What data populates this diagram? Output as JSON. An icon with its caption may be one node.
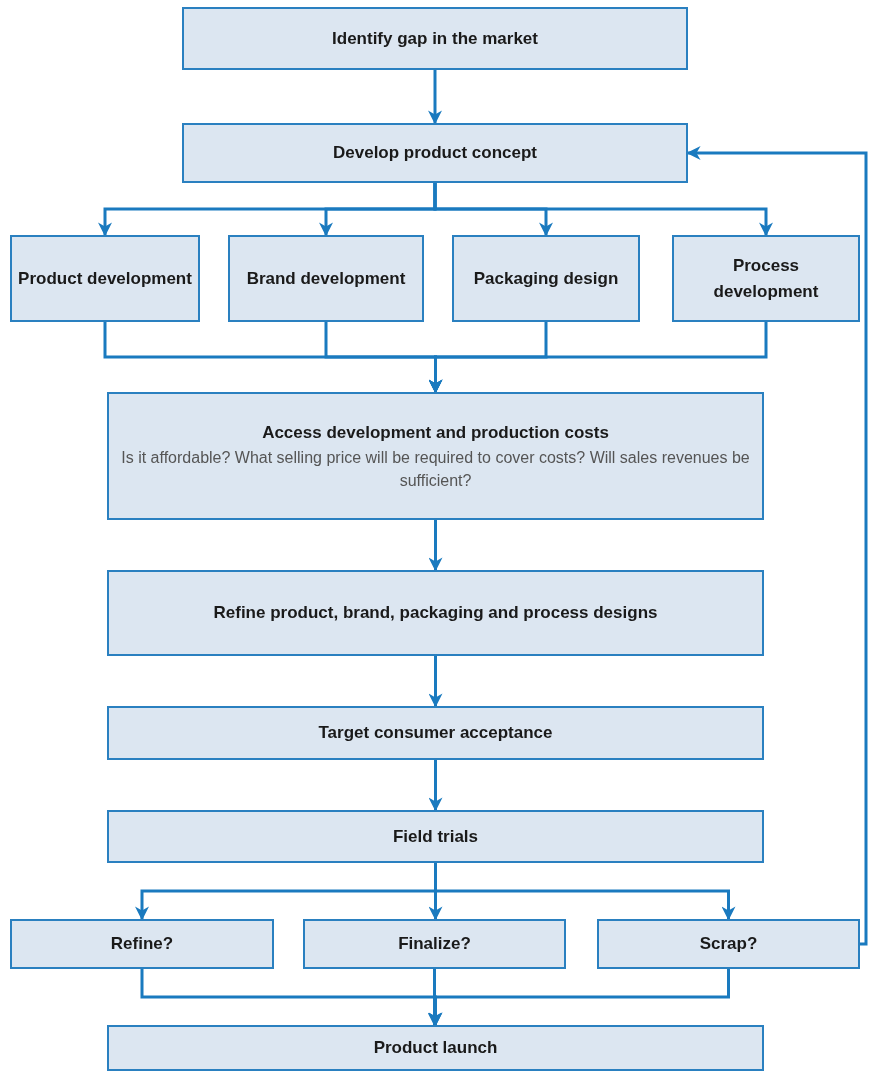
{
  "diagram": {
    "nodes": [
      {
        "text": [
          "Identify gap in the market"
        ]
      },
      {
        "text": [
          "Develop product concept"
        ]
      },
      {
        "text": [
          "Product development"
        ]
      },
      {
        "text": [
          "Brand development"
        ]
      },
      {
        "text": [
          "Packaging design"
        ]
      },
      {
        "text": [
          "Process development"
        ]
      },
      {
        "text": [
          "Access development and production costs",
          "Is it affordable? What selling price will be required to cover costs? Will sales revenues be sufficient?"
        ]
      },
      {
        "text": [
          "Refine product, brand, packaging and process designs"
        ]
      },
      {
        "text": [
          "Target consumer acceptance"
        ]
      },
      {
        "text": [
          "Field trials"
        ]
      },
      {
        "text": [
          "Refine?"
        ]
      },
      {
        "text": [
          "Finalize?"
        ]
      },
      {
        "text": [
          "Scrap?"
        ]
      },
      {
        "text": [
          "Product launch"
        ]
      }
    ],
    "edges": [
      {
        "from": 0,
        "to": 1,
        "arrow": "to"
      },
      {
        "from": 1,
        "to": 2,
        "arrow": "to"
      },
      {
        "from": 1,
        "to": 3,
        "arrow": "to"
      },
      {
        "from": 1,
        "to": 4,
        "arrow": "to"
      },
      {
        "from": 1,
        "to": 5,
        "arrow": "to"
      },
      {
        "from": 2,
        "to": 6,
        "arrow": "to"
      },
      {
        "from": 3,
        "to": 6,
        "arrow": "to"
      },
      {
        "from": 4,
        "to": 6,
        "arrow": "to"
      },
      {
        "from": 5,
        "to": 6,
        "arrow": "to"
      },
      {
        "from": 6,
        "to": 7,
        "arrow": "to"
      },
      {
        "from": 7,
        "to": 8,
        "arrow": "to"
      },
      {
        "from": 8,
        "to": 9,
        "arrow": "to"
      },
      {
        "from": 9,
        "to": 10,
        "arrow": "to"
      },
      {
        "from": 9,
        "to": 11,
        "arrow": "to"
      },
      {
        "from": 9,
        "to": 12,
        "arrow": "to"
      },
      {
        "from": 10,
        "to": 13,
        "arrow": "to"
      },
      {
        "from": 11,
        "to": 13,
        "arrow": "to"
      },
      {
        "from": 12,
        "to": 13,
        "arrow": "to"
      },
      {
        "from": 12,
        "to": 1,
        "arrow": "to"
      }
    ]
  }
}
